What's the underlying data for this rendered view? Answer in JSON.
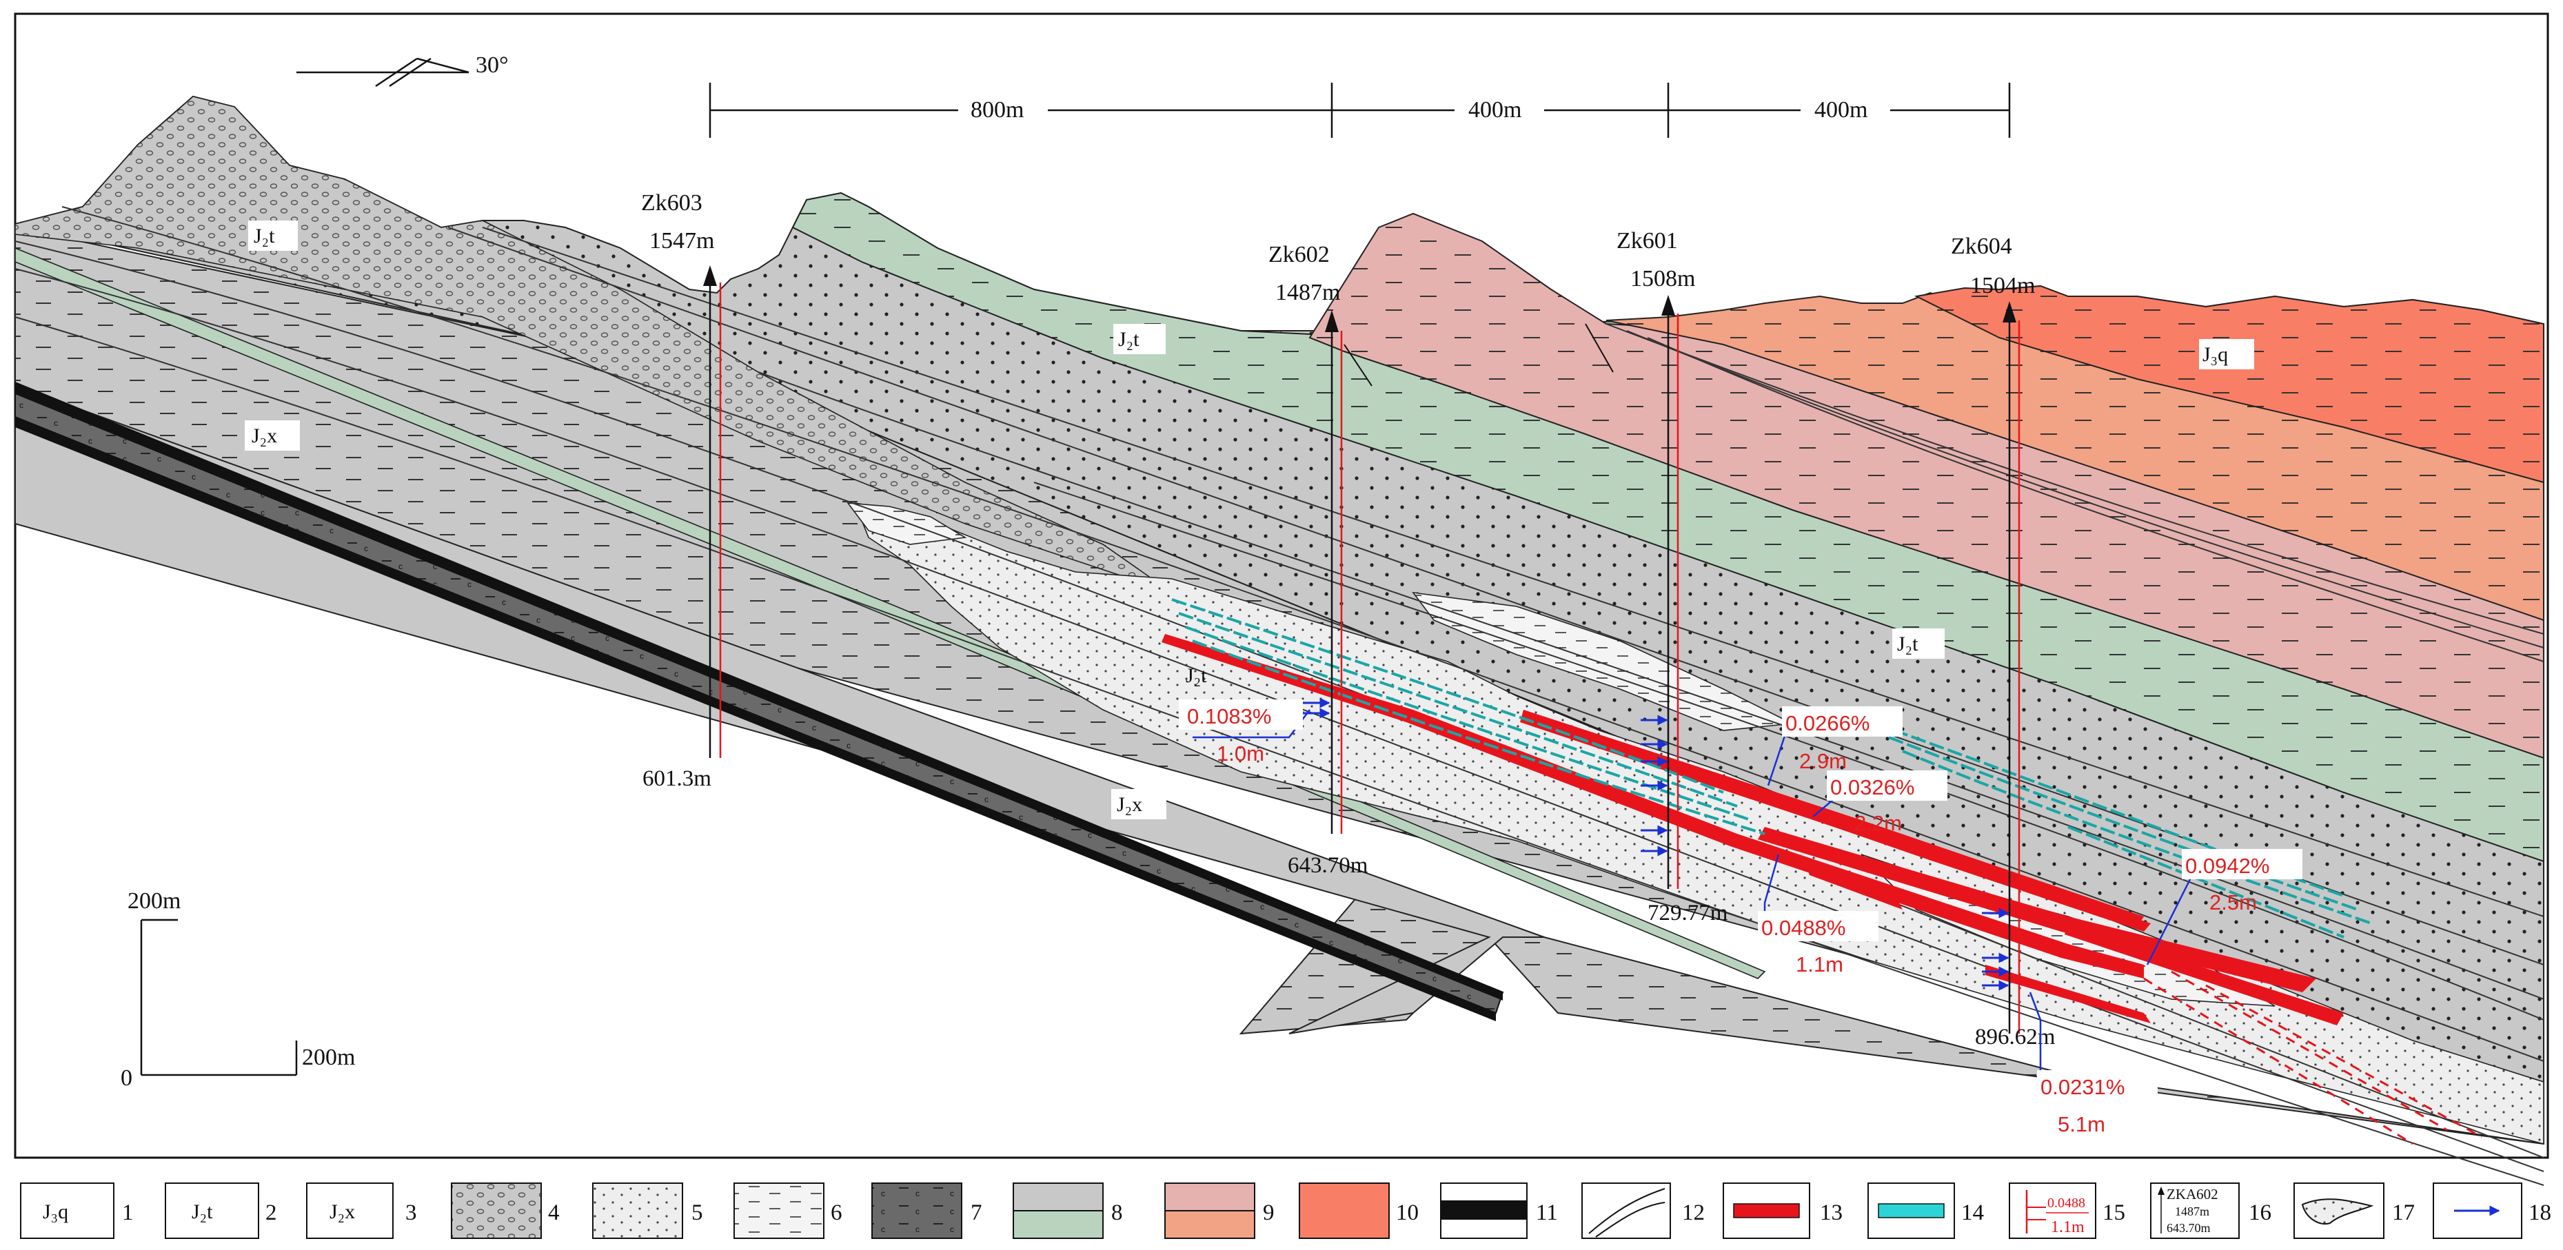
{
  "dip": {
    "value": "30°"
  },
  "spacing": {
    "a": "800m",
    "b": "400m",
    "c": "400m"
  },
  "scale": {
    "vertical": "200m",
    "horizontal": "200m",
    "origin": "0"
  },
  "boreholes": [
    {
      "id": "Zk603",
      "elev": "1547m",
      "depth": "601.3m"
    },
    {
      "id": "Zk602",
      "elev": "1487m",
      "depth": "643.70m"
    },
    {
      "id": "Zk601",
      "elev": "1508m",
      "depth": "729.77m"
    },
    {
      "id": "Zk604",
      "elev": "1504m",
      "depth": "896.62m"
    }
  ],
  "formations": {
    "j2t_top": "J₂t",
    "j2x_left": "J₂x",
    "j2t_mid": "J₂t",
    "j2t_right": "J₂t",
    "j3q": "J₃q",
    "j2x_bottom": "J₂x",
    "j2t_small": "J₂t"
  },
  "grades": [
    {
      "pct": "0.1083%",
      "thk": "1.0m"
    },
    {
      "pct": "0.0266%",
      "thk": "2.9m"
    },
    {
      "pct": "0.0326%",
      "thk": "2.2m"
    },
    {
      "pct": "0.0942%",
      "thk": "2.5m"
    },
    {
      "pct": "0.0488%",
      "thk": "1.1m"
    },
    {
      "pct": "0.0231%",
      "thk": "5.1m"
    }
  ],
  "legend": {
    "items": [
      {
        "num": "1",
        "text": "J₃q"
      },
      {
        "num": "2",
        "text": "J₂t"
      },
      {
        "num": "3",
        "text": "J₂x"
      },
      {
        "num": "4"
      },
      {
        "num": "5"
      },
      {
        "num": "6"
      },
      {
        "num": "7"
      },
      {
        "num": "8"
      },
      {
        "num": "9"
      },
      {
        "num": "10"
      },
      {
        "num": "11"
      },
      {
        "num": "12"
      },
      {
        "num": "13"
      },
      {
        "num": "14"
      },
      {
        "num": "15",
        "pct": "0.0488",
        "thk": "1.1m"
      },
      {
        "num": "16",
        "id": "ZKA602",
        "elev": "1487m",
        "depth": "643.70m"
      },
      {
        "num": "17"
      },
      {
        "num": "18"
      }
    ]
  },
  "colors": {
    "gray": "#c8c8c8",
    "green": "#b9d3bf",
    "pink": "#e5b2b0",
    "salmon": "#f2a285",
    "red": "#f97e66",
    "ore": "#e8141c",
    "mineralization": "#1aa6a6",
    "arrow": "#1a2fd6"
  }
}
